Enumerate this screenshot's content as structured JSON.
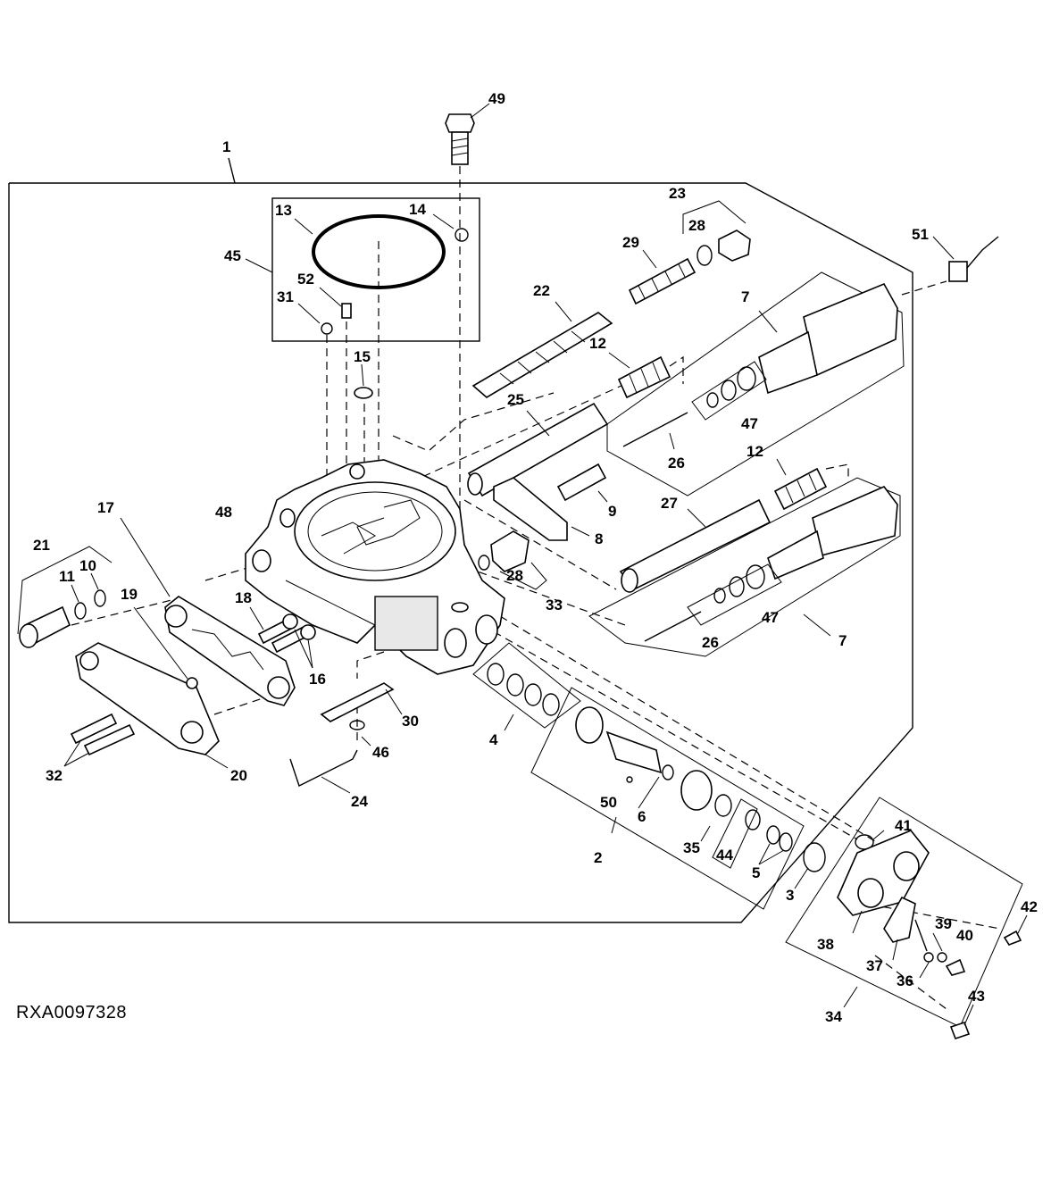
{
  "figure_id": "RXA0097328",
  "callouts": [
    {
      "id": "c1",
      "text": "1"
    },
    {
      "id": "c2",
      "text": "2"
    },
    {
      "id": "c3",
      "text": "3"
    },
    {
      "id": "c4",
      "text": "4"
    },
    {
      "id": "c5",
      "text": "5"
    },
    {
      "id": "c6",
      "text": "6"
    },
    {
      "id": "c7a",
      "text": "7"
    },
    {
      "id": "c7b",
      "text": "7"
    },
    {
      "id": "c8",
      "text": "8"
    },
    {
      "id": "c9",
      "text": "9"
    },
    {
      "id": "c10",
      "text": "10"
    },
    {
      "id": "c11",
      "text": "11"
    },
    {
      "id": "c12a",
      "text": "12"
    },
    {
      "id": "c12b",
      "text": "12"
    },
    {
      "id": "c13",
      "text": "13"
    },
    {
      "id": "c14",
      "text": "14"
    },
    {
      "id": "c15",
      "text": "15"
    },
    {
      "id": "c16",
      "text": "16"
    },
    {
      "id": "c17",
      "text": "17"
    },
    {
      "id": "c18",
      "text": "18"
    },
    {
      "id": "c19",
      "text": "19"
    },
    {
      "id": "c20",
      "text": "20"
    },
    {
      "id": "c21",
      "text": "21"
    },
    {
      "id": "c22",
      "text": "22"
    },
    {
      "id": "c23",
      "text": "23"
    },
    {
      "id": "c24",
      "text": "24"
    },
    {
      "id": "c25",
      "text": "25"
    },
    {
      "id": "c26a",
      "text": "26"
    },
    {
      "id": "c26b",
      "text": "26"
    },
    {
      "id": "c27",
      "text": "27"
    },
    {
      "id": "c28a",
      "text": "28"
    },
    {
      "id": "c28b",
      "text": "28"
    },
    {
      "id": "c29",
      "text": "29"
    },
    {
      "id": "c30",
      "text": "30"
    },
    {
      "id": "c31",
      "text": "31"
    },
    {
      "id": "c32",
      "text": "32"
    },
    {
      "id": "c33",
      "text": "33"
    },
    {
      "id": "c34",
      "text": "34"
    },
    {
      "id": "c35",
      "text": "35"
    },
    {
      "id": "c36",
      "text": "36"
    },
    {
      "id": "c37",
      "text": "37"
    },
    {
      "id": "c38",
      "text": "38"
    },
    {
      "id": "c39",
      "text": "39"
    },
    {
      "id": "c40",
      "text": "40"
    },
    {
      "id": "c41",
      "text": "41"
    },
    {
      "id": "c42",
      "text": "42"
    },
    {
      "id": "c43",
      "text": "43"
    },
    {
      "id": "c44",
      "text": "44"
    },
    {
      "id": "c45",
      "text": "45"
    },
    {
      "id": "c46",
      "text": "46"
    },
    {
      "id": "c47a",
      "text": "47"
    },
    {
      "id": "c47b",
      "text": "47"
    },
    {
      "id": "c48",
      "text": "48"
    },
    {
      "id": "c49",
      "text": "49"
    },
    {
      "id": "c50",
      "text": "50"
    },
    {
      "id": "c51",
      "text": "51"
    },
    {
      "id": "c52",
      "text": "52"
    }
  ]
}
